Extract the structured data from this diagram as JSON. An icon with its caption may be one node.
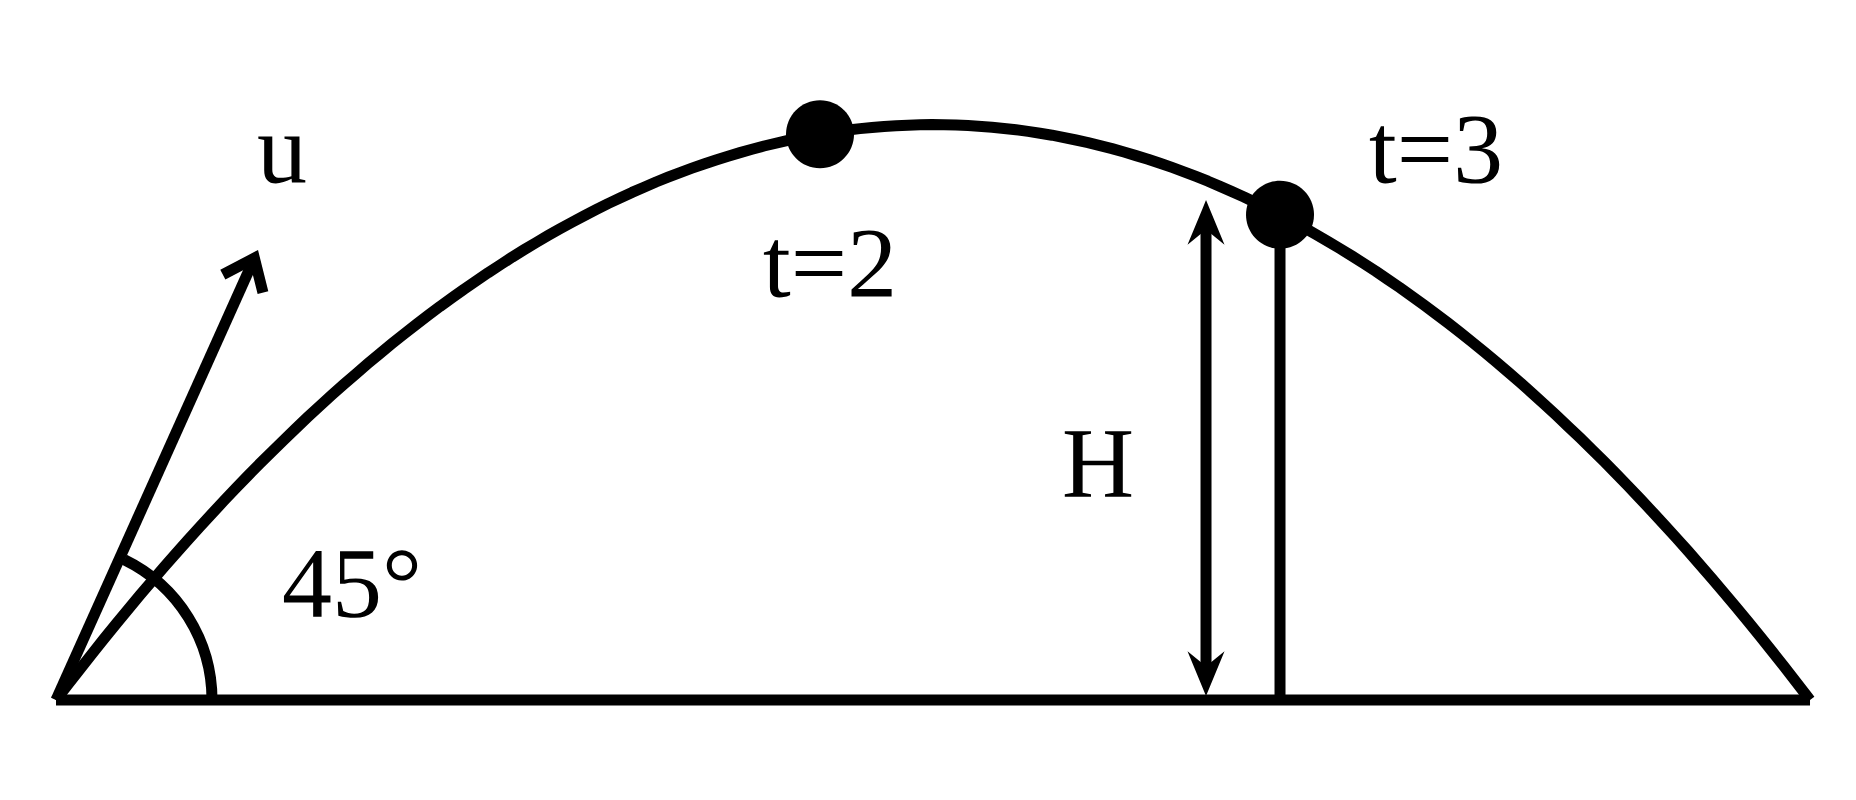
{
  "diagram": {
    "nodes": [
      {
        "text": [],
        "shape": "circle",
        "beside": [
          "t=2"
        ]
      },
      {
        "text": [],
        "shape": "circle",
        "beside": [
          "t=3"
        ]
      }
    ],
    "labels": [
      "u",
      "45°",
      "H"
    ]
  }
}
